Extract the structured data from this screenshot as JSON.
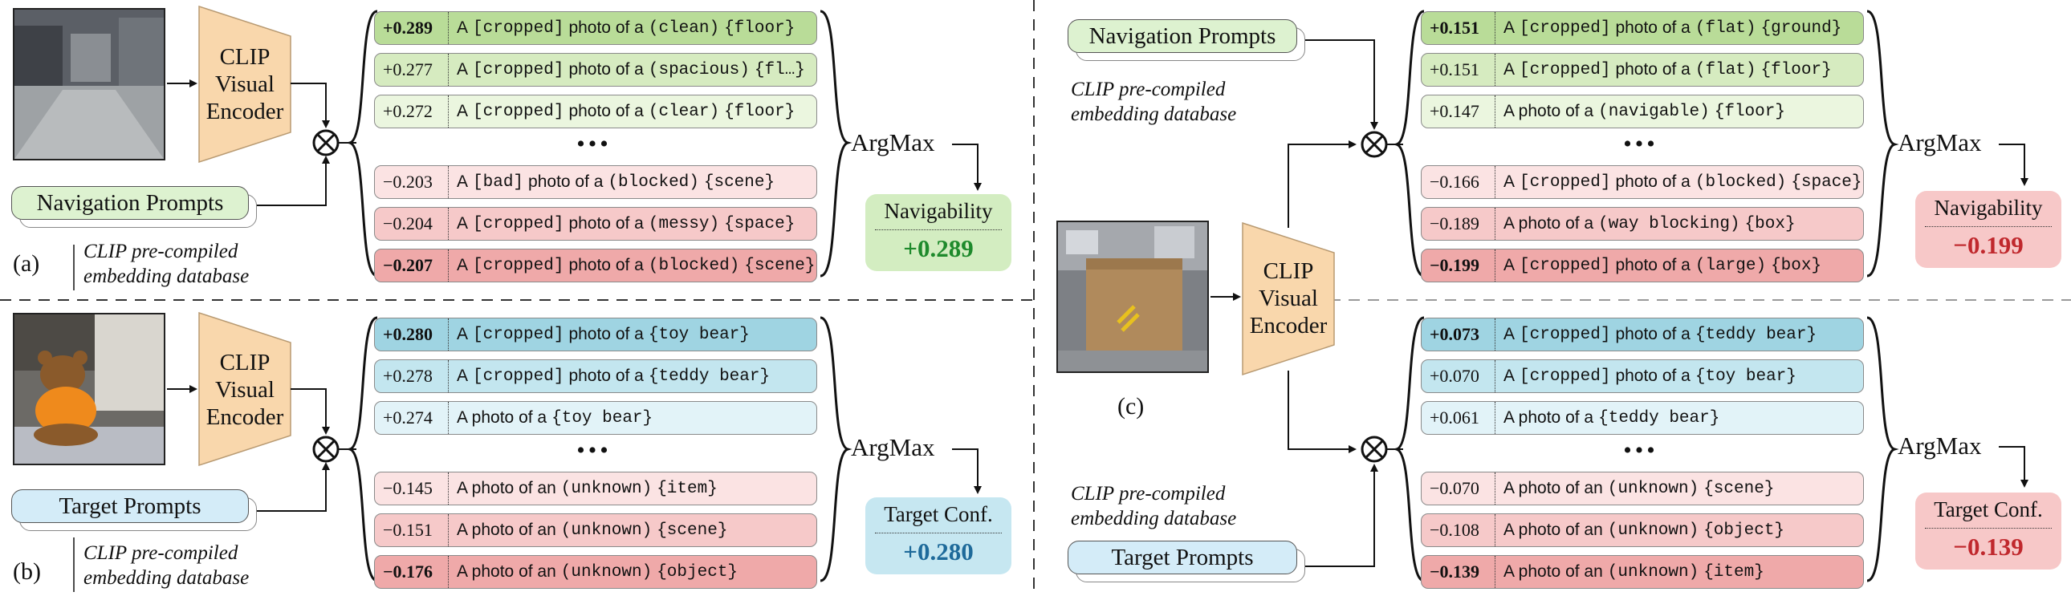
{
  "panel_a": {
    "label": "(a)",
    "encoder": [
      "CLIP",
      "Visual",
      "Encoder"
    ],
    "prompts_label": "Navigation Prompts",
    "db_text": [
      "CLIP pre-compiled",
      "embedding database"
    ],
    "argmax": "ArgMax",
    "dots": "•••",
    "result_title": "Navigability",
    "result_value": "+0.289",
    "rows": [
      {
        "score": "+0.289",
        "pre": "A",
        "m1": "[cropped]",
        "mid": "photo of a",
        "m2": "(clean)",
        "m3": "{floor}"
      },
      {
        "score": "+0.277",
        "pre": "A",
        "m1": "[cropped]",
        "mid": "photo of a",
        "m2": "(spacious)",
        "m3": "{fl…}"
      },
      {
        "score": "+0.272",
        "pre": "A",
        "m1": "[cropped]",
        "mid": "photo of a",
        "m2": "(clear)",
        "m3": "{floor}"
      },
      {
        "score": "−0.203",
        "pre": "A",
        "m1": "[bad]",
        "mid": "photo of a",
        "m2": "(blocked)",
        "m3": "{scene}"
      },
      {
        "score": "−0.204",
        "pre": "A",
        "m1": "[cropped]",
        "mid": "photo of a",
        "m2": "(messy)",
        "m3": "{space}"
      },
      {
        "score": "−0.207",
        "pre": "A",
        "m1": "[cropped]",
        "mid": "photo of a",
        "m2": "(blocked)",
        "m3": "{scene}"
      }
    ]
  },
  "panel_b": {
    "label": "(b)",
    "encoder": [
      "CLIP",
      "Visual",
      "Encoder"
    ],
    "prompts_label": "Target Prompts",
    "db_text": [
      "CLIP pre-compiled",
      "embedding database"
    ],
    "argmax": "ArgMax",
    "dots": "•••",
    "result_title": "Target Conf.",
    "result_value": "+0.280",
    "rows": [
      {
        "score": "+0.280",
        "pre": "A",
        "m1": "[cropped]",
        "mid": "photo of a",
        "m2": "",
        "m3": "{toy bear}"
      },
      {
        "score": "+0.278",
        "pre": "A",
        "m1": "[cropped]",
        "mid": "photo of a",
        "m2": "",
        "m3": "{teddy bear}"
      },
      {
        "score": "+0.274",
        "pre": "",
        "m1": "",
        "mid": "A photo of a",
        "m2": "",
        "m3": "{toy bear}"
      },
      {
        "score": "−0.145",
        "pre": "",
        "m1": "",
        "mid": "A photo of an",
        "m2": "(unknown)",
        "m3": "{item}"
      },
      {
        "score": "−0.151",
        "pre": "",
        "m1": "",
        "mid": "A photo of an",
        "m2": "(unknown)",
        "m3": "{scene}"
      },
      {
        "score": "−0.176",
        "pre": "",
        "m1": "",
        "mid": "A photo of an",
        "m2": "(unknown)",
        "m3": "{object}"
      }
    ]
  },
  "panel_c": {
    "label": "(c)",
    "encoder": [
      "CLIP",
      "Visual",
      "Encoder"
    ],
    "nav_prompts_label": "Navigation Prompts",
    "target_prompts_label": "Target Prompts",
    "db_text_top": [
      "CLIP pre-compiled",
      "embedding database"
    ],
    "db_text_bottom": [
      "CLIP pre-compiled",
      "embedding database"
    ],
    "argmax": "ArgMax",
    "dots": "•••",
    "nav_result_title": "Navigability",
    "nav_result_value": "−0.199",
    "target_result_title": "Target Conf.",
    "target_result_value": "−0.139",
    "nav_rows": [
      {
        "score": "+0.151",
        "pre": "A",
        "m1": "[cropped]",
        "mid": "photo of a",
        "m2": "(flat)",
        "m3": "{ground}"
      },
      {
        "score": "+0.151",
        "pre": "A",
        "m1": "[cropped]",
        "mid": "photo of a",
        "m2": "(flat)",
        "m3": "{floor}"
      },
      {
        "score": "+0.147",
        "pre": "",
        "m1": "",
        "mid": "A photo of a",
        "m2": "(navigable)",
        "m3": "{floor}"
      },
      {
        "score": "−0.166",
        "pre": "A",
        "m1": "[cropped]",
        "mid": "photo of a",
        "m2": "(blocked)",
        "m3": "{space}"
      },
      {
        "score": "−0.189",
        "pre": "",
        "m1": "",
        "mid": "A photo of a",
        "m2": "(way blocking)",
        "m3": "{box}"
      },
      {
        "score": "−0.199",
        "pre": "A",
        "m1": "[cropped]",
        "mid": "photo of a",
        "m2": "(large)",
        "m3": "{box}"
      }
    ],
    "target_rows": [
      {
        "score": "+0.073",
        "pre": "A",
        "m1": "[cropped]",
        "mid": "photo of a",
        "m2": "",
        "m3": "{teddy bear}"
      },
      {
        "score": "+0.070",
        "pre": "A",
        "m1": "[cropped]",
        "mid": "photo of a",
        "m2": "",
        "m3": "{toy bear}"
      },
      {
        "score": "+0.061",
        "pre": "",
        "m1": "",
        "mid": "A photo of a",
        "m2": "",
        "m3": "{teddy bear}"
      },
      {
        "score": "−0.070",
        "pre": "",
        "m1": "",
        "mid": "A photo of an",
        "m2": "(unknown)",
        "m3": "{scene}"
      },
      {
        "score": "−0.108",
        "pre": "",
        "m1": "",
        "mid": "A photo of an",
        "m2": "(unknown)",
        "m3": "{object}"
      },
      {
        "score": "−0.139",
        "pre": "",
        "m1": "",
        "mid": "A photo of an",
        "m2": "(unknown)",
        "m3": "{item}"
      }
    ]
  },
  "colors": {
    "green_strong": "#b9dc98",
    "green_mid": "#d6ebc0",
    "green_light": "#ebf6df",
    "red_light": "#fbe3e3",
    "red_mid": "#f6c9c9",
    "red_strong": "#efa9a9",
    "blue_strong": "#9fd4e2",
    "blue_mid": "#c3e6ef",
    "blue_light": "#e2f3f8",
    "encoder_fill": "#f9d7ac",
    "nav_prompt_fill": "#ddf2d0",
    "target_prompt_fill": "#d4ecf8",
    "nav_result_fill": "#d3edc1",
    "nav_result_value": "#1e8a2c",
    "target_result_fill": "#c6e7f1",
    "target_result_value": "#1e6a9a",
    "neg_result_fill": "#f7c8c8",
    "neg_result_value": "#c0282d"
  }
}
